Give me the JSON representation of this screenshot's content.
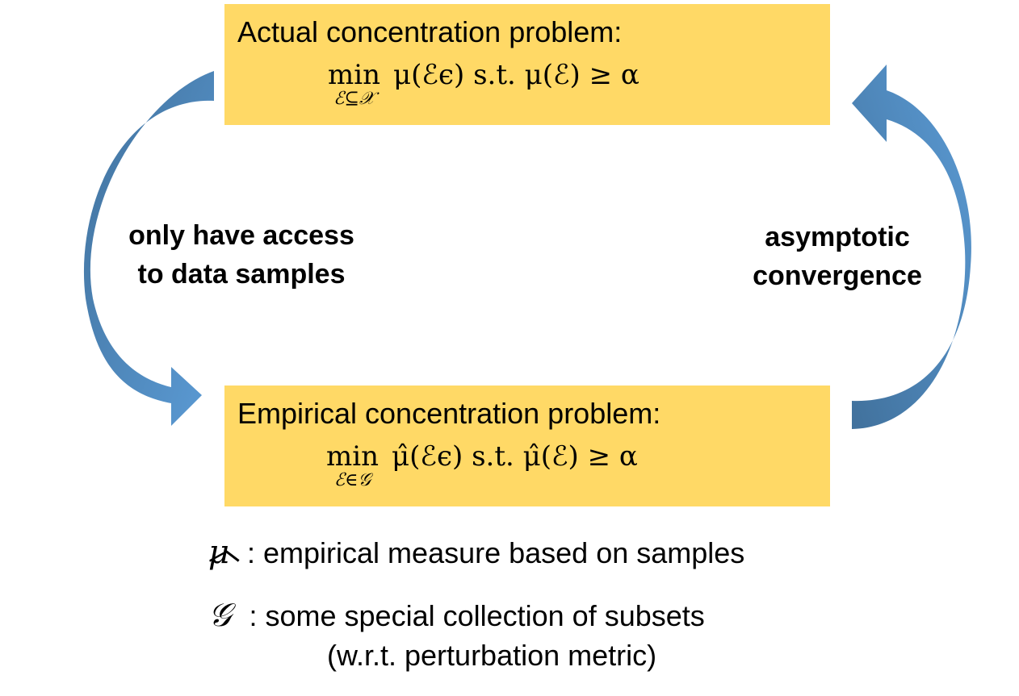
{
  "colors": {
    "box_fill": "#ffd966",
    "arrow_light": "#5b9bd5",
    "arrow_dark": "#41719c"
  },
  "top_box": {
    "title": "Actual concentration problem:",
    "min_op": "min",
    "min_sub": "ℰ⊆𝒳",
    "body": "μ(ℰϵ)  s.t.  μ(ℰ) ≥ α"
  },
  "bottom_box": {
    "title": "Empirical concentration problem:",
    "min_op": "min",
    "min_sub": "ℰ∈𝒢",
    "body": "μ̂(ℰϵ)  s.t.  μ̂(ℰ) ≥ α"
  },
  "left_label": {
    "line1": "only have access",
    "line2": "to data samples"
  },
  "right_label": {
    "line1": "asymptotic",
    "line2": "convergence"
  },
  "legend": {
    "mu_symbol": "μ",
    "mu_text": ": empirical measure based on samples",
    "g_symbol": "𝒢",
    "g_text": ": some special collection of subsets",
    "g_note": "(w.r.t. perturbation metric)"
  }
}
